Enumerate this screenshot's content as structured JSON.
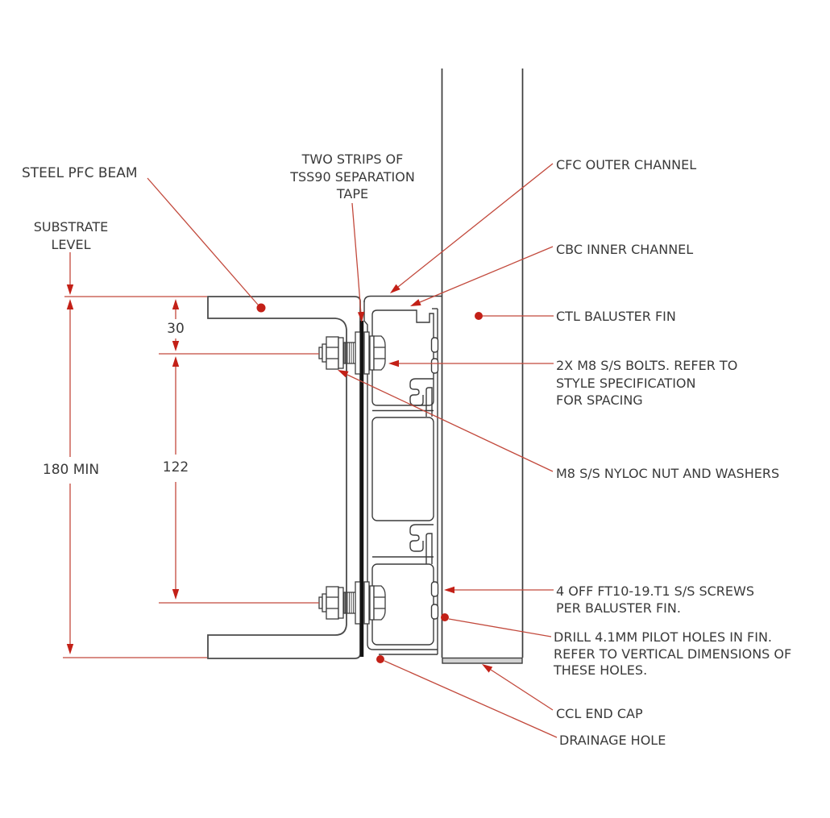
{
  "drawing": {
    "type": "technical-section-detail",
    "subject": "Baluster fin channel fixing to steel PFC beam"
  },
  "labels": {
    "steel_pfc_beam": "STEEL PFC BEAM",
    "substrate_level": [
      "SUBSTRATE",
      "LEVEL"
    ],
    "separation_tape": [
      "TWO STRIPS OF",
      "TSS90 SEPARATION",
      "TAPE"
    ],
    "cfc_outer_channel": "CFC OUTER CHANNEL",
    "cbc_inner_channel": "CBC INNER CHANNEL",
    "ctl_baluster_fin": "CTL BALUSTER FIN",
    "bolts": [
      "2X M8 S/S BOLTS. REFER TO",
      "STYLE SPECIFICATION",
      "FOR SPACING"
    ],
    "nyloc_nut": "M8 S/S NYLOC NUT AND WASHERS",
    "screws": [
      "4 OFF FT10-19.T1 S/S SCREWS",
      "PER BALUSTER FIN."
    ],
    "pilot_holes": [
      "DRILL 4.1MM PILOT HOLES IN FIN.",
      "REFER TO VERTICAL DIMENSIONS OF",
      "THESE HOLES."
    ],
    "end_cap": "CCL END CAP",
    "drainage_hole": "DRAINAGE HOLE"
  },
  "dimensions": {
    "substrate_to_first_bolt": "30",
    "bolt_spacing": "122",
    "min_beam_depth": "180 MIN"
  },
  "colors": {
    "annotation_line_red": "#c2493c",
    "marker_red": "#c32017",
    "drawing_line": "#3c3c3c",
    "tape_black": "#141414",
    "end_cap_fill": "#d2d2d2",
    "background": "#ffffff"
  }
}
